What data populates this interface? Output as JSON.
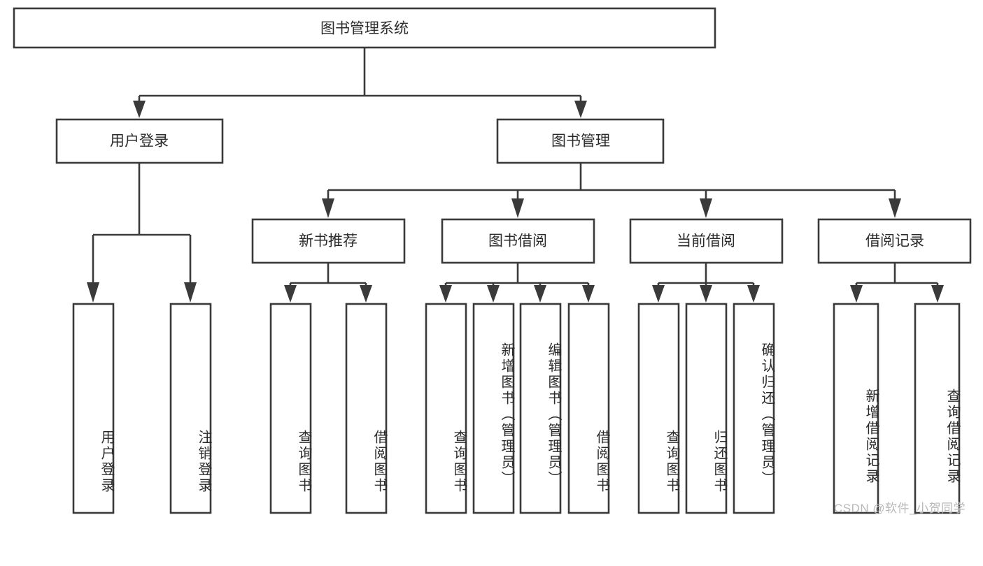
{
  "diagram": {
    "title": "图书管理系统",
    "watermark": "CSDN @软件_小贺同学",
    "colors": {
      "stroke": "#3a3a3a",
      "text": "#2b2b2b",
      "background": "#ffffff",
      "watermark": "#b9b9b9"
    },
    "levels": {
      "root": {
        "label": "图书管理系统"
      },
      "level2": [
        {
          "label": "用户登录"
        },
        {
          "label": "图书管理"
        }
      ],
      "level3": [
        {
          "label": "新书推荐"
        },
        {
          "label": "图书借阅"
        },
        {
          "label": "当前借阅"
        },
        {
          "label": "借阅记录"
        }
      ],
      "leaves": [
        {
          "label": "用户登录",
          "parent": "用户登录"
        },
        {
          "label": "注销登录",
          "parent": "用户登录"
        },
        {
          "label": "查询图书",
          "parent": "新书推荐"
        },
        {
          "label": "借阅图书",
          "parent": "新书推荐"
        },
        {
          "label": "查询图书",
          "parent": "图书借阅"
        },
        {
          "label": "新增图书（管理员）",
          "parent": "图书借阅"
        },
        {
          "label": "编辑图书（管理员）",
          "parent": "图书借阅"
        },
        {
          "label": "借阅图书",
          "parent": "图书借阅"
        },
        {
          "label": "查询图书",
          "parent": "当前借阅"
        },
        {
          "label": "归还图书",
          "parent": "当前借阅"
        },
        {
          "label": "确认归还（管理员）",
          "parent": "当前借阅"
        },
        {
          "label": "新增借阅记录",
          "parent": "借阅记录"
        },
        {
          "label": "查询借阅记录",
          "parent": "借阅记录"
        }
      ]
    }
  },
  "chart_data": {
    "type": "diagram",
    "diagram_type": "tree-hierarchy",
    "title": "图书管理系统",
    "orientation": "top-down",
    "nodes": [
      {
        "id": "n0",
        "label": "图书管理系统",
        "level": 0
      },
      {
        "id": "n1",
        "label": "用户登录",
        "level": 1
      },
      {
        "id": "n2",
        "label": "图书管理",
        "level": 1
      },
      {
        "id": "n3",
        "label": "新书推荐",
        "level": 2
      },
      {
        "id": "n4",
        "label": "图书借阅",
        "level": 2
      },
      {
        "id": "n5",
        "label": "当前借阅",
        "level": 2
      },
      {
        "id": "n6",
        "label": "借阅记录",
        "level": 2
      },
      {
        "id": "n7",
        "label": "用户登录",
        "level": 3
      },
      {
        "id": "n8",
        "label": "注销登录",
        "level": 3
      },
      {
        "id": "n9",
        "label": "查询图书",
        "level": 3
      },
      {
        "id": "n10",
        "label": "借阅图书",
        "level": 3
      },
      {
        "id": "n11",
        "label": "查询图书",
        "level": 3
      },
      {
        "id": "n12",
        "label": "新增图书（管理员）",
        "level": 3
      },
      {
        "id": "n13",
        "label": "编辑图书（管理员）",
        "level": 3
      },
      {
        "id": "n14",
        "label": "借阅图书",
        "level": 3
      },
      {
        "id": "n15",
        "label": "查询图书",
        "level": 3
      },
      {
        "id": "n16",
        "label": "归还图书",
        "level": 3
      },
      {
        "id": "n17",
        "label": "确认归还（管理员）",
        "level": 3
      },
      {
        "id": "n18",
        "label": "新增借阅记录",
        "level": 3
      },
      {
        "id": "n19",
        "label": "查询借阅记录",
        "level": 3
      }
    ],
    "edges": [
      {
        "from": "n0",
        "to": "n1"
      },
      {
        "from": "n0",
        "to": "n2"
      },
      {
        "from": "n2",
        "to": "n3"
      },
      {
        "from": "n2",
        "to": "n4"
      },
      {
        "from": "n2",
        "to": "n5"
      },
      {
        "from": "n2",
        "to": "n6"
      },
      {
        "from": "n1",
        "to": "n7"
      },
      {
        "from": "n1",
        "to": "n8"
      },
      {
        "from": "n3",
        "to": "n9"
      },
      {
        "from": "n3",
        "to": "n10"
      },
      {
        "from": "n4",
        "to": "n11"
      },
      {
        "from": "n4",
        "to": "n12"
      },
      {
        "from": "n4",
        "to": "n13"
      },
      {
        "from": "n4",
        "to": "n14"
      },
      {
        "from": "n5",
        "to": "n15"
      },
      {
        "from": "n5",
        "to": "n16"
      },
      {
        "from": "n5",
        "to": "n17"
      },
      {
        "from": "n6",
        "to": "n18"
      },
      {
        "from": "n6",
        "to": "n19"
      }
    ],
    "annotations": [
      "CSDN @软件_小贺同学"
    ]
  }
}
